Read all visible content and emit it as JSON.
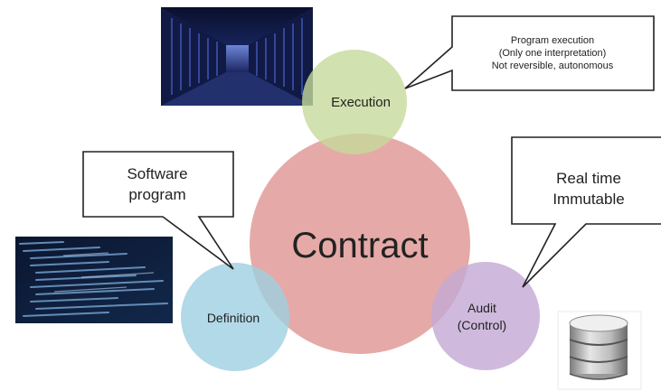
{
  "center": {
    "label": "Contract",
    "color": "#e3a3a0"
  },
  "execution": {
    "label": "Execution",
    "color": "#c6da9b"
  },
  "definition": {
    "label": "Definition",
    "color": "#9fd0e1"
  },
  "audit": {
    "label_line1": "Audit",
    "label_line2": "(Control)",
    "color": "#c3a9d4"
  },
  "callouts": {
    "execution": {
      "line1": "Program execution",
      "line2": "(Only one interpretation)",
      "line3": "Not reversible, autonomous"
    },
    "definition": {
      "line1": "Software",
      "line2": "program"
    },
    "audit": {
      "line1": "Real time",
      "line2": "Immutable"
    }
  },
  "images": {
    "server_room": "server-room-photo",
    "code_screen": "source-code-screen",
    "database": "database-icon"
  }
}
